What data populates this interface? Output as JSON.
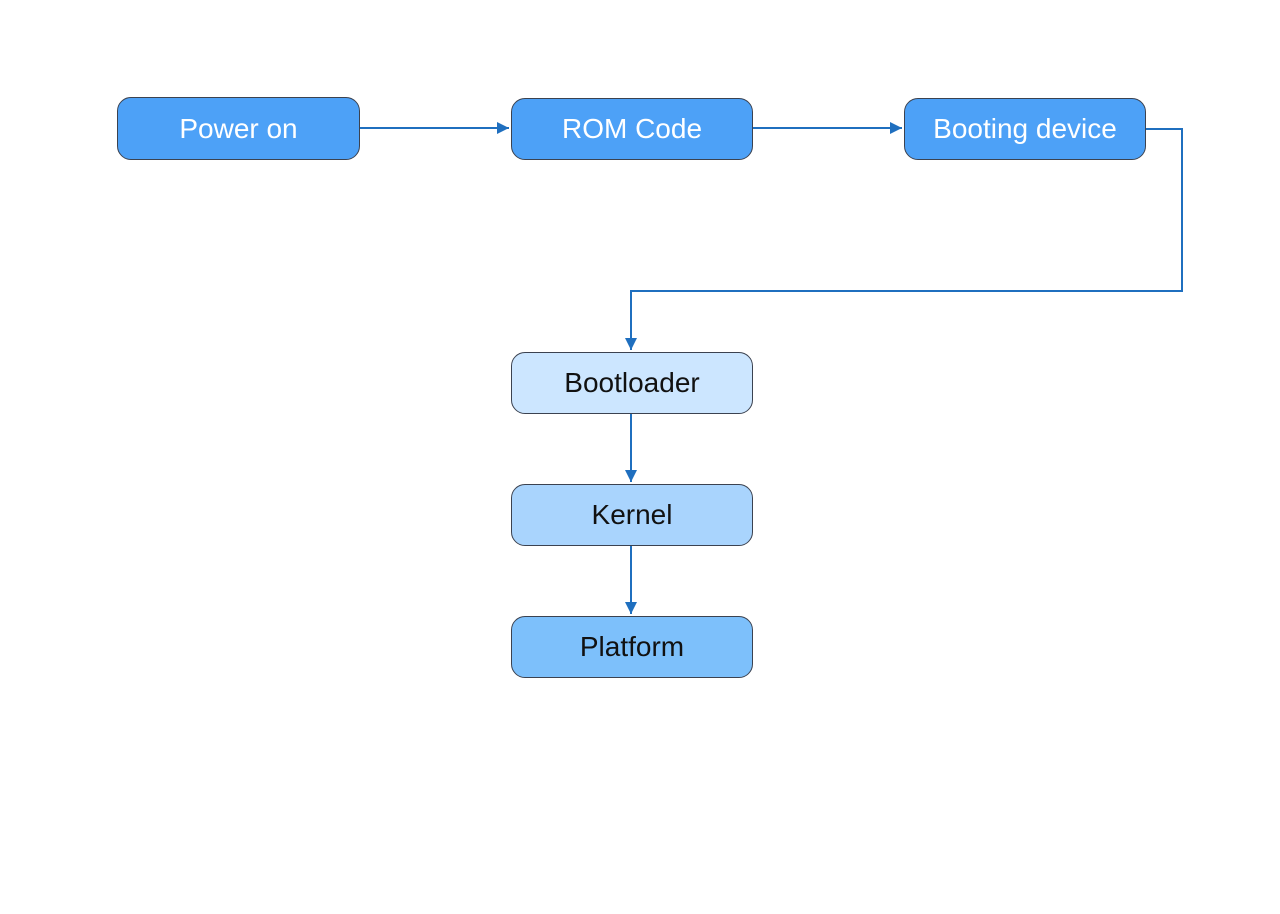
{
  "diagram": {
    "nodes": [
      {
        "id": "power-on",
        "label": "Power on"
      },
      {
        "id": "rom-code",
        "label": "ROM Code"
      },
      {
        "id": "booting-device",
        "label": "Booting device"
      },
      {
        "id": "bootloader",
        "label": "Bootloader"
      },
      {
        "id": "kernel",
        "label": "Kernel"
      },
      {
        "id": "platform",
        "label": "Platform"
      }
    ],
    "edges": [
      {
        "from": "power-on",
        "to": "rom-code"
      },
      {
        "from": "rom-code",
        "to": "booting-device"
      },
      {
        "from": "booting-device",
        "to": "bootloader"
      },
      {
        "from": "bootloader",
        "to": "kernel"
      },
      {
        "from": "kernel",
        "to": "platform"
      }
    ],
    "colors": {
      "top_row_fill": "#4da1f7",
      "bootloader_fill": "#cce6ff",
      "kernel_fill": "#a9d4fd",
      "platform_fill": "#7dc0fb",
      "connector": "#1f6fbf",
      "border": "#3b4250"
    }
  }
}
